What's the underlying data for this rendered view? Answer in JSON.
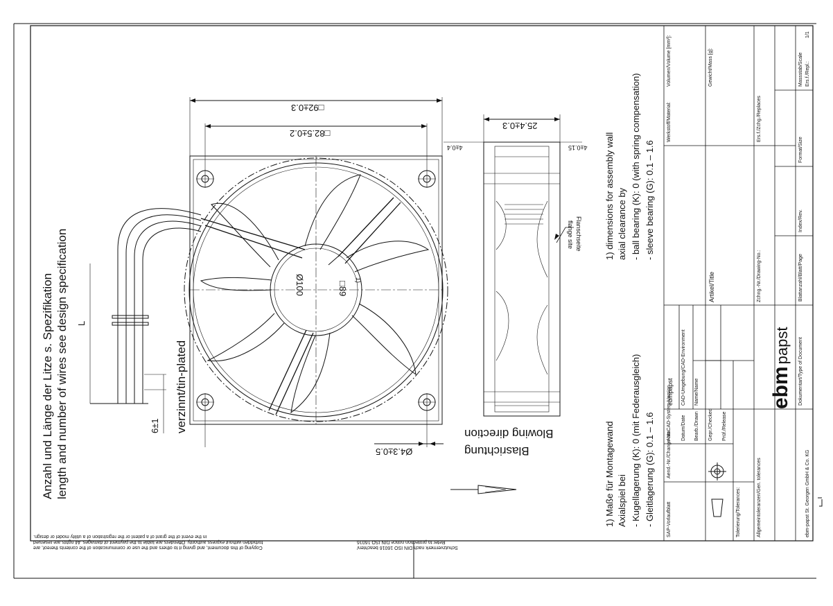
{
  "spec": {
    "de": "Anzahl und Länge der Litze s. Spezifikation",
    "en": "length and number of wires see design specification",
    "length_symbol": "L",
    "tin": "verzinnt/tin-plated",
    "tin_dim": "6±1"
  },
  "dims": {
    "outer": "□92±0.3",
    "hole_spacing": "□82.5±0.2",
    "hole": "Ø4.3±0.5",
    "depth": "25.4±0.3",
    "lip_left": "4±0.4",
    "lip_right": "4±0.15",
    "hub_dia": "Ø100",
    "hub_sq": "□89",
    "hub_note": "1)"
  },
  "flange": {
    "de": "Flanschseite",
    "en": "flange site"
  },
  "airflow": {
    "de": "Blasrichtung",
    "en": "Blowing direction"
  },
  "notes_en": {
    "l1": "1) dimensions for assembly wall",
    "l2": "axial clearance by",
    "l3": "- ball bearing (K): 0 (with spring compensation)",
    "l4": "- sleeve bearing (G): 0.1 – 1.6"
  },
  "notes_de": {
    "l1": "1) Maße für Montagewand",
    "l2": "Axialspiel bei",
    "l3": "- Kugellagerung (K): 0 (mit Federausgleich)",
    "l4": "- Gleitlagerung (G): 0.1 – 1.6"
  },
  "copyright": {
    "l1": "Copying of this document, and giving it to others and the use or communication of the contents thereof, are",
    "l2": "forbidden without express authority. Offenders are liable to the payment of damages. All rights are reserved",
    "l3": "in the event of the grant of a patent or the registration of a utility model or design."
  },
  "protect": {
    "l1": "Schutzvermerk nach DIN ISO 16016 beachten/",
    "l2": "Refer to protection notice DIN ISO 16016"
  },
  "titleblock": {
    "material": "Werkstoff/Material:",
    "artikel": "Artikel/Title",
    "zchng": "Zchng.-Nr./Drawing-No.:",
    "volumen": "Volumen/Volume [mm³]:",
    "gewicht": "Gewicht/Mass [g]:",
    "ersatz": "Ers.f./Repl.:",
    "ersatzfuer": "Ers.f./Zchg./Replaces",
    "massstab": "Massstab/Scale",
    "format": "Format/Size",
    "index": "Index/Rev.",
    "blatt": "Blattanzahl/Blatt/Page",
    "dokart": "Dokumentart/Type of Document",
    "company": "ebmpapst",
    "company_full": "ebm-papst St. Georgen GmbH & Co. KG",
    "logo_a": "ebm",
    "logo_b": "papst",
    "sap": "SAP-Vorlaufblatt",
    "aend": "Aend.-Nr./Change-No.",
    "cad": "AutoCAD-System-Version",
    "cad_werk": "CAD-Umgebung/CAD-Environment",
    "datum": "Datum/Date",
    "name": "Name/Name",
    "bearb": "Bearb./Drawn",
    "gepr": "Gepr./Checked",
    "norm": "Prüf./Release",
    "toleranz": "Tolerierung/Tolerances:",
    "allgemein": "Allgemeintoleranzen/Gen. tolerances",
    "page": "1/1"
  }
}
